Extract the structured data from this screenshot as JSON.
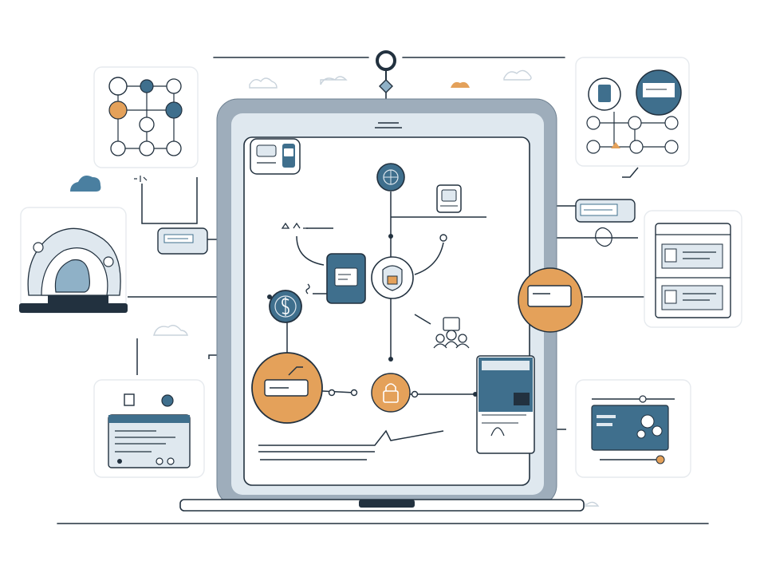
{
  "diagram": {
    "colors": {
      "navy": "#22313f",
      "blue": "#3f6f8d",
      "light_blue": "#8fb1c7",
      "pale_blue": "#dfe8ef",
      "orange": "#e4a15a",
      "gray_frame": "#9eadbb",
      "card_border": "#e6eaee"
    },
    "hub": {
      "top_pin_icon": "ring-pin-icon",
      "frame": "tablet-device",
      "nodes": [
        {
          "icon": "network-globe-icon",
          "fill": "blue"
        },
        {
          "icon": "document-card-icon",
          "fill": "blue"
        },
        {
          "icon": "shield-lock-icon",
          "fill": "white"
        },
        {
          "icon": "dollar-coin-icon",
          "fill": "blue"
        },
        {
          "icon": "message-card-icon",
          "fill": "orange"
        },
        {
          "icon": "padlock-icon",
          "fill": "orange"
        },
        {
          "icon": "people-group-icon",
          "fill": "white"
        },
        {
          "icon": "id-card-icon",
          "fill": "white"
        },
        {
          "icon": "dashboard-panel-icon",
          "fill": "blue"
        }
      ]
    },
    "side_cards": [
      {
        "position": "top-left",
        "icon": "node-network-card-icon"
      },
      {
        "position": "mid-left",
        "icon": "cloud-brain-laptop-icon"
      },
      {
        "position": "bottom-left",
        "icon": "browser-window-card-icon"
      },
      {
        "position": "top-right",
        "icon": "flow-chart-card-icon"
      },
      {
        "position": "mid-right",
        "icon": "profile-list-card-icon"
      },
      {
        "position": "bottom-right",
        "icon": "media-player-card-icon"
      }
    ],
    "floating": [
      {
        "icon": "cloud-icon"
      },
      {
        "icon": "message-bubble-icon"
      },
      {
        "icon": "orange-card-icon"
      }
    ]
  }
}
